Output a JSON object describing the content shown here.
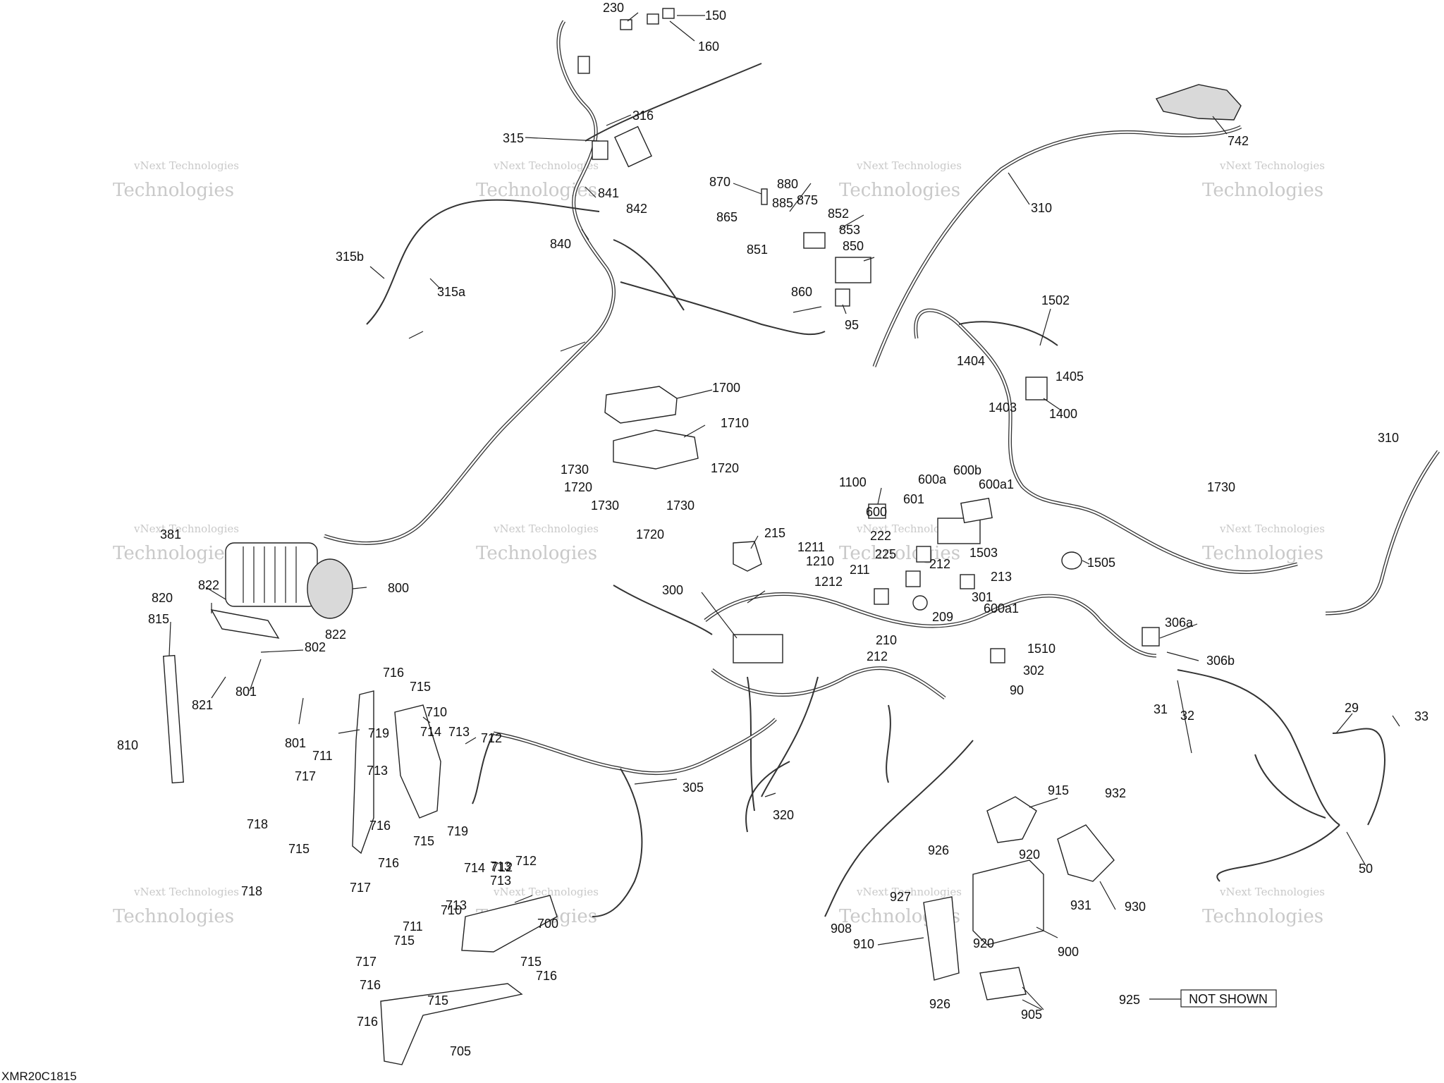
{
  "diagram": {
    "drawing_code": "XMR20C1815",
    "not_shown": {
      "ref": "925",
      "text": "NOT SHOWN"
    },
    "watermark": {
      "line1": "vNext Technologies",
      "line2": "Technologies"
    },
    "callouts": [
      "230",
      "150",
      "160",
      "316",
      "315",
      "742",
      "310",
      "870",
      "880",
      "885",
      "875",
      "865",
      "852",
      "853",
      "851",
      "850",
      "841",
      "842",
      "840",
      "315b",
      "315a",
      "860",
      "95",
      "1502",
      "1404",
      "1405",
      "1403",
      "1400",
      "1700",
      "1710",
      "1730",
      "1720",
      "1100",
      "600a",
      "600b",
      "600a1",
      "601",
      "600",
      "222",
      "225",
      "212",
      "1503",
      "213",
      "1505",
      "215",
      "1211",
      "1210",
      "1212",
      "211",
      "209",
      "301",
      "300",
      "381",
      "822",
      "800",
      "820",
      "815",
      "802",
      "821",
      "801",
      "810",
      "716",
      "715",
      "710",
      "719",
      "714",
      "713",
      "712",
      "711",
      "717",
      "718",
      "705",
      "700",
      "305",
      "320",
      "915",
      "932",
      "926",
      "920",
      "927",
      "931",
      "930",
      "908",
      "910",
      "900",
      "905",
      "306a",
      "306b",
      "31",
      "32",
      "29",
      "33",
      "50",
      "90",
      "302",
      "1510",
      "210"
    ]
  }
}
